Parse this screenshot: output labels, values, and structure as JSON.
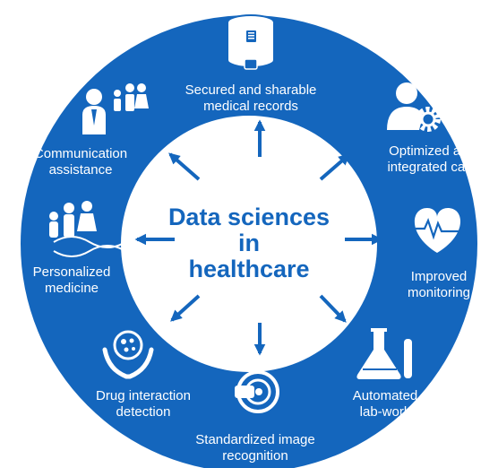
{
  "colors": {
    "ring": "#1466bd",
    "inner": "#ffffff",
    "arrow": "#1466bd",
    "icon": "#ffffff"
  },
  "center": {
    "line1": "Data sciences",
    "line2": "in",
    "line3": "healthcare"
  },
  "items": [
    {
      "line1": "Secured and sharable",
      "line2": "medical records",
      "icon": "database-lock-icon"
    },
    {
      "line1": "Optimized and",
      "line2": "integrated care",
      "icon": "person-gear-icon"
    },
    {
      "line1": "Improved",
      "line2": "monitoring",
      "icon": "heart-pulse-icon"
    },
    {
      "line1": "Automated",
      "line2": "lab-work",
      "icon": "flask-icon"
    },
    {
      "line1": "Standardized image",
      "line2": "recognition",
      "icon": "scan-ring-icon"
    },
    {
      "line1": "Drug interaction",
      "line2": "detection",
      "icon": "hands-pill-icon"
    },
    {
      "line1": "Personalized",
      "line2": "medicine",
      "icon": "family-dna-icon"
    },
    {
      "line1": "Communication",
      "line2": "assistance",
      "icon": "doctor-family-icon"
    }
  ]
}
